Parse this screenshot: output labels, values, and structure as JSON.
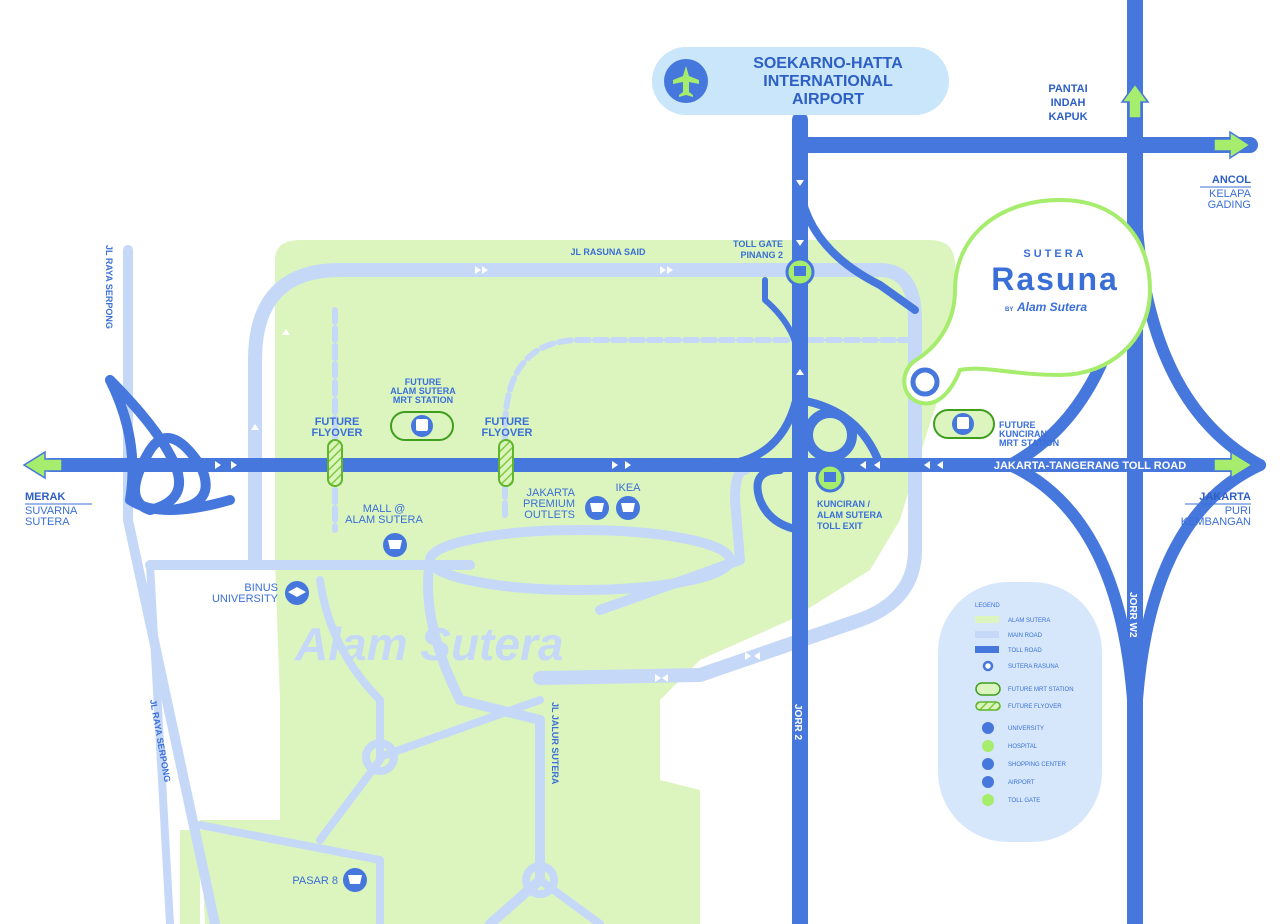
{
  "colors": {
    "area": "#dcf5bf",
    "main_road": "#c5d8f7",
    "toll_road": "#4677dc",
    "arrow": "#a6ec6d",
    "label": "#3a6fd8",
    "airport_bg": "#c9e6fa"
  },
  "airport": {
    "icon": "airplane-icon",
    "line1": "SOEKARNO-HATTA",
    "line2": "INTERNATIONAL",
    "line3": "AIRPORT"
  },
  "brand": {
    "top": "SUTERA",
    "name": "Rasuna",
    "by": "BY",
    "by_script": "Alam Sutera"
  },
  "area_watermark": "Alam Sutera",
  "destinations": {
    "pantai": [
      "PANTAI",
      "INDAH",
      "KAPUK"
    ],
    "ancol": "ANCOL",
    "ancol_sub": [
      "KELAPA",
      "GADING"
    ],
    "jakarta": "JAKARTA",
    "jakarta_sub": [
      "PURI",
      "KEMBANGAN"
    ],
    "merak": "MERAK",
    "merak_sub": [
      "SUVARNA",
      "SUTERA"
    ]
  },
  "roads": {
    "jl_raya_serpong_top": "JL RAYA SERPONG",
    "jl_raya_serpong_bottom": "JL RAYA SERPONG",
    "jl_rasuna_said": "JL RASUNA SAID",
    "jl_jalur_sutera": "JL JALUR SUTERA",
    "jorr2": "JORR 2",
    "jorr_w2": "JORR W2",
    "toll_road": "JAKARTA-TANGERANG TOLL ROAD"
  },
  "places": {
    "toll_gate": [
      "TOLL GATE",
      "PINANG 2"
    ],
    "future_flyover_1": [
      "FUTURE",
      "FLYOVER"
    ],
    "future_flyover_2": [
      "FUTURE",
      "FLYOVER"
    ],
    "mrt_alam_sutera": [
      "FUTURE",
      "ALAM SUTERA",
      "MRT STATION"
    ],
    "mrt_kunciran": [
      "FUTURE",
      "KUNCIRAN",
      "MRT STATION"
    ],
    "mall": [
      "MALL @",
      "ALAM SUTERA"
    ],
    "jakarta_premium": [
      "JAKARTA",
      "PREMIUM",
      "OUTLETS"
    ],
    "ikea": "IKEA",
    "kunciran_exit": [
      "KUNCIRAN /",
      "ALAM SUTERA",
      "TOLL EXIT"
    ],
    "binus": [
      "BINUS",
      "UNIVERSITY"
    ],
    "pasar8": "PASAR 8"
  },
  "legend": {
    "title": "LEGEND",
    "items": [
      {
        "icon": "area-swatch",
        "label": "ALAM SUTERA"
      },
      {
        "icon": "main-road-swatch",
        "label": "MAIN ROAD"
      },
      {
        "icon": "toll-road-swatch",
        "label": "TOLL ROAD"
      },
      {
        "icon": "sutera-rasuna-icon",
        "label": "SUTERA RASUNA"
      },
      {
        "icon": "mrt-station-icon",
        "label": "FUTURE MRT STATION"
      },
      {
        "icon": "flyover-icon",
        "label": "FUTURE FLYOVER"
      },
      {
        "icon": "university-icon",
        "label": "UNIVERSITY"
      },
      {
        "icon": "hospital-icon",
        "label": "HOSPITAL"
      },
      {
        "icon": "shopping-center-icon",
        "label": "SHOPPING CENTER"
      },
      {
        "icon": "airport-icon",
        "label": "AIRPORT"
      },
      {
        "icon": "toll-gate-icon",
        "label": "TOLL GATE"
      }
    ]
  }
}
